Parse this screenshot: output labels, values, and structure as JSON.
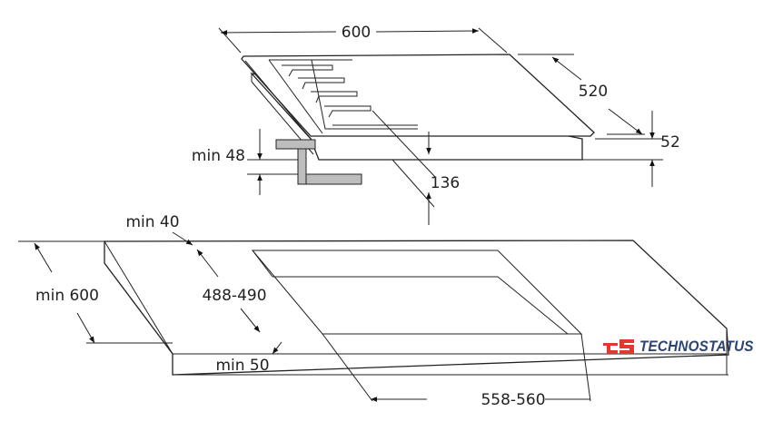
{
  "dimensions": {
    "width": "600",
    "depth": "520",
    "height": "52",
    "min_thickness": "min 48",
    "depth_below": "136",
    "min_edge": "min 40",
    "min_depth": "min 600",
    "cutout_depth": "488-490",
    "cutout_width": "558-560",
    "min_front": "min 50"
  },
  "logo": {
    "mark": "ts",
    "text": "TECHNOSTATUS"
  },
  "colors": {
    "logo_red": "#e03a2f",
    "logo_blue": "#2e4470",
    "bracket": "#bdbdbd"
  }
}
